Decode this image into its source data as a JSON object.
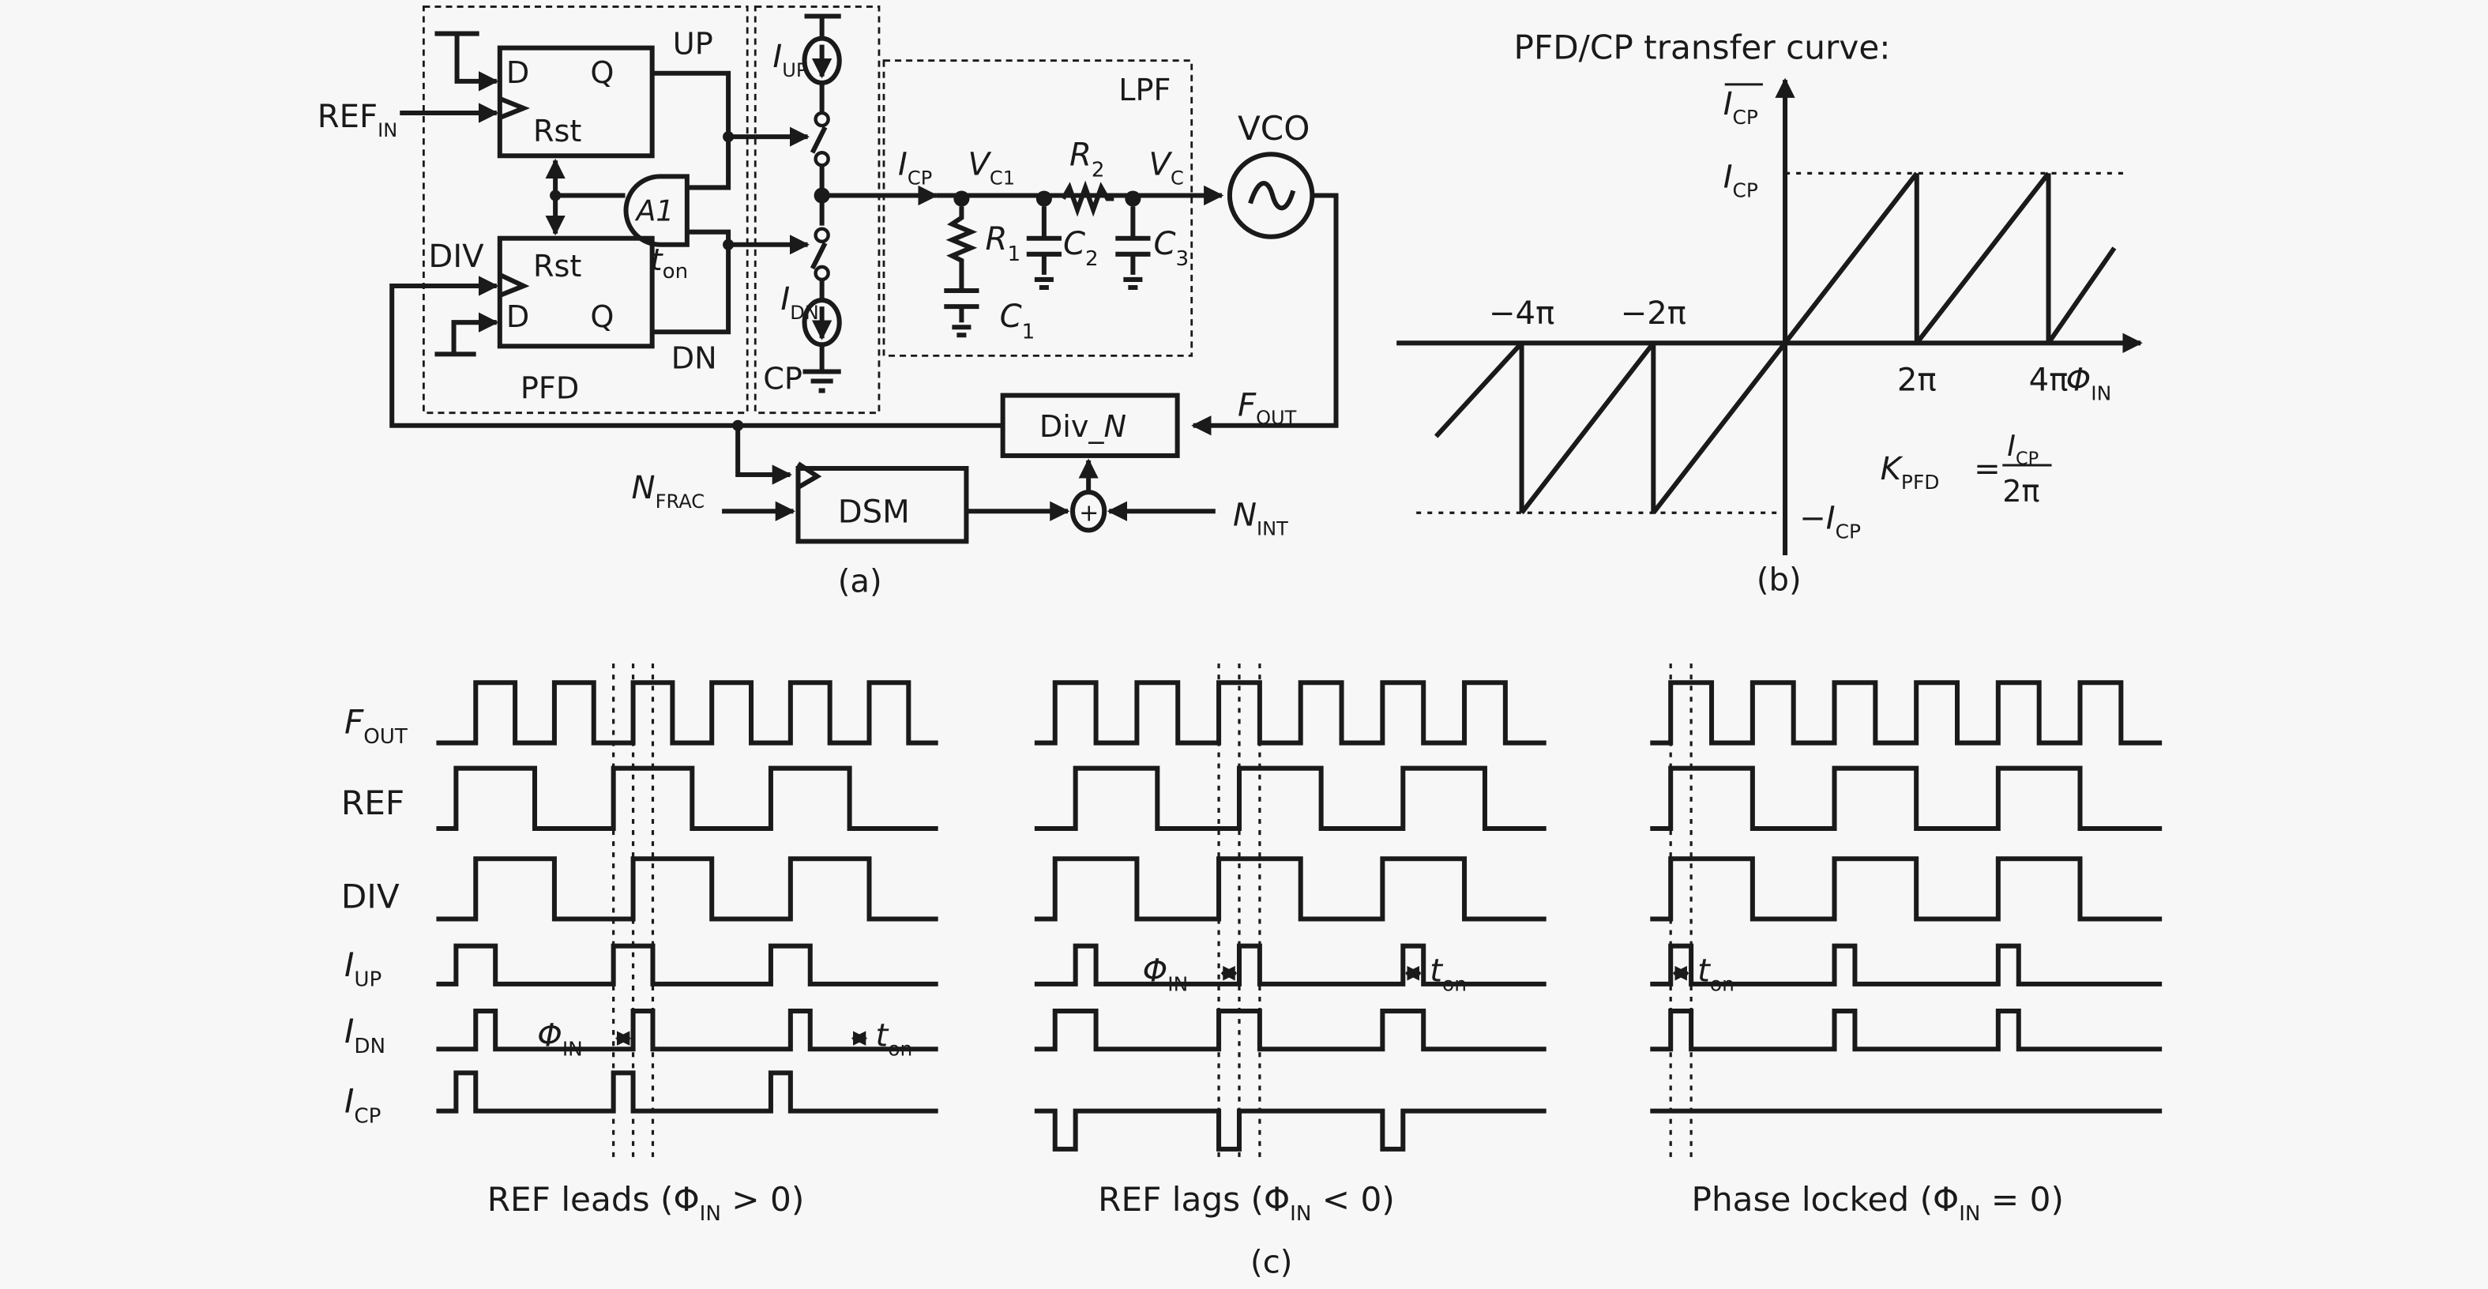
{
  "panel_a": {
    "caption": "(a)",
    "pfd_label": "PFD",
    "cp_label": "CP",
    "lpf_label": "LPF",
    "vco_label": "VCO",
    "ref_in": {
      "main": "REF",
      "sub": "IN"
    },
    "div_label": "DIV",
    "up_label": "UP",
    "dn_label": "DN",
    "ff_top": {
      "d": "D",
      "q": "Q",
      "rst": "Rst"
    },
    "ff_bottom": {
      "d": "D",
      "q": "Q",
      "rst": "Rst"
    },
    "and_gate": "A1",
    "t_on": {
      "main": "t",
      "sub": "on"
    },
    "i_up": {
      "main": "I",
      "sub": "UP"
    },
    "i_dn": {
      "main": "I",
      "sub": "DN"
    },
    "i_cp": {
      "main": "I",
      "sub": "CP"
    },
    "v_c1": {
      "main": "V",
      "sub": "C1"
    },
    "v_c": {
      "main": "V",
      "sub": "C"
    },
    "r1": {
      "main": "R",
      "sub": "1"
    },
    "r2": {
      "main": "R",
      "sub": "2"
    },
    "c1": {
      "main": "C",
      "sub": "1"
    },
    "c2": {
      "main": "C",
      "sub": "2"
    },
    "c3": {
      "main": "C",
      "sub": "3"
    },
    "f_out": {
      "main": "F",
      "sub": "OUT"
    },
    "div_n": {
      "main": "Div_",
      "n": "N"
    },
    "dsm": "DSM",
    "n_frac": {
      "main": "N",
      "sub": "FRAC"
    },
    "n_int": {
      "main": "N",
      "sub": "INT"
    },
    "adder_symbol": "+"
  },
  "chart_data": [
    {
      "type": "line",
      "title": "PFD/CP transfer curve:",
      "caption": "(b)",
      "xlabel": {
        "main": "Φ",
        "sub": "IN"
      },
      "ylabel": {
        "main": "I",
        "sub": "CP",
        "overline": true
      },
      "x_ticks": [
        {
          "value": -4,
          "label": "−4π"
        },
        {
          "value": -2,
          "label": "−2π"
        },
        {
          "value": 2,
          "label": "2π"
        },
        {
          "value": 4,
          "label": "4π"
        }
      ],
      "y_ticks": [
        {
          "value": 1,
          "label": "I",
          "sub": "CP"
        },
        {
          "value": -1,
          "label": "−I",
          "sub": "CP"
        }
      ],
      "x_unit": "π",
      "xlim": [
        -5.9,
        5.4
      ],
      "ylim": [
        -1.25,
        1.55
      ],
      "series": [
        {
          "name": "sawtooth",
          "points": [
            [
              -5.3,
              -0.55
            ],
            [
              -4,
              0
            ],
            [
              -4,
              -1
            ],
            [
              -2,
              0
            ],
            [
              -2,
              -1
            ],
            [
              0,
              0
            ],
            [
              2,
              1
            ],
            [
              2,
              0
            ],
            [
              4,
              1
            ],
            [
              4,
              0
            ],
            [
              5.0,
              0.56
            ]
          ]
        }
      ],
      "reference_lines": [
        {
          "y": 1,
          "style": "dashed"
        },
        {
          "y": -1,
          "style": "dashed"
        }
      ],
      "annotation": {
        "lhs": "K",
        "lhs_sub": "PFD",
        "eq": "=",
        "num": "I",
        "num_sub": "CP",
        "den": "2π"
      }
    },
    {
      "type": "timing",
      "caption": "(c)",
      "signal_labels": [
        {
          "main": "F",
          "sub": "OUT",
          "italic": true
        },
        {
          "main": "REF",
          "sub": "",
          "italic": false
        },
        {
          "main": "DIV",
          "sub": "",
          "italic": false
        },
        {
          "main": "I",
          "sub": "UP",
          "italic": true
        },
        {
          "main": "I",
          "sub": "DN",
          "italic": true
        },
        {
          "main": "I",
          "sub": "CP",
          "italic": true
        }
      ],
      "panels": [
        {
          "title": "REF leads (Φ",
          "title_sub": "IN",
          "title_tail": " > 0)",
          "t_end": 25.5,
          "markers": [
            9,
            10,
            11
          ],
          "phi_label": {
            "main": "Φ",
            "sub": "IN",
            "row": 4,
            "between": [
              9,
              10
            ]
          },
          "ton_label": {
            "main": "t",
            "sub": "on",
            "row": 4,
            "between": [
              21,
              22
            ]
          },
          "signals": {
            "FOUT": [
              [
                0,
                0
              ],
              [
                2,
                1
              ],
              [
                4,
                0
              ],
              [
                6,
                1
              ],
              [
                8,
                0
              ],
              [
                10,
                1
              ],
              [
                12,
                0
              ],
              [
                14,
                1
              ],
              [
                16,
                0
              ],
              [
                18,
                1
              ],
              [
                20,
                0
              ],
              [
                22,
                1
              ],
              [
                24,
                0
              ]
            ],
            "REF": [
              [
                0,
                0
              ],
              [
                1,
                1
              ],
              [
                5,
                0
              ],
              [
                9,
                1
              ],
              [
                13,
                0
              ],
              [
                17,
                1
              ],
              [
                21,
                0
              ]
            ],
            "DIV": [
              [
                0,
                0
              ],
              [
                2,
                1
              ],
              [
                6,
                0
              ],
              [
                10,
                1
              ],
              [
                14,
                0
              ],
              [
                18,
                1
              ],
              [
                22,
                0
              ]
            ],
            "IUP": [
              [
                0,
                0
              ],
              [
                1,
                1
              ],
              [
                3,
                0
              ],
              [
                9,
                1
              ],
              [
                11,
                0
              ],
              [
                17,
                1
              ],
              [
                19,
                0
              ]
            ],
            "IDN": [
              [
                0,
                0
              ],
              [
                2,
                1
              ],
              [
                3,
                0
              ],
              [
                10,
                1
              ],
              [
                11,
                0
              ],
              [
                18,
                1
              ],
              [
                19,
                0
              ]
            ],
            "ICP": [
              [
                0,
                0
              ],
              [
                1,
                1
              ],
              [
                2,
                0
              ],
              [
                9,
                1
              ],
              [
                10,
                0
              ],
              [
                17,
                1
              ],
              [
                18,
                0
              ]
            ]
          }
        },
        {
          "title": "REF lags (Φ",
          "title_sub": "IN",
          "title_tail": " < 0)",
          "t_end": 25,
          "markers": [
            9,
            10,
            11
          ],
          "phi_label": {
            "main": "Φ",
            "sub": "IN",
            "row": 3,
            "between": [
              9,
              10
            ]
          },
          "ton_label": {
            "main": "t",
            "sub": "on",
            "row": 3,
            "between": [
              18,
              19
            ]
          },
          "signals": {
            "FOUT": [
              [
                0,
                0
              ],
              [
                1,
                1
              ],
              [
                3,
                0
              ],
              [
                5,
                1
              ],
              [
                7,
                0
              ],
              [
                9,
                1
              ],
              [
                11,
                0
              ],
              [
                13,
                1
              ],
              [
                15,
                0
              ],
              [
                17,
                1
              ],
              [
                19,
                0
              ],
              [
                21,
                1
              ],
              [
                23,
                0
              ]
            ],
            "REF": [
              [
                0,
                0
              ],
              [
                2,
                1
              ],
              [
                6,
                0
              ],
              [
                10,
                1
              ],
              [
                14,
                0
              ],
              [
                18,
                1
              ],
              [
                22,
                0
              ]
            ],
            "DIV": [
              [
                0,
                0
              ],
              [
                1,
                1
              ],
              [
                5,
                0
              ],
              [
                9,
                1
              ],
              [
                13,
                0
              ],
              [
                17,
                1
              ],
              [
                21,
                0
              ]
            ],
            "IUP": [
              [
                0,
                0
              ],
              [
                2,
                1
              ],
              [
                3,
                0
              ],
              [
                10,
                1
              ],
              [
                11,
                0
              ],
              [
                18,
                1
              ],
              [
                19,
                0
              ]
            ],
            "IDN": [
              [
                0,
                0
              ],
              [
                1,
                1
              ],
              [
                3,
                0
              ],
              [
                9,
                1
              ],
              [
                11,
                0
              ],
              [
                17,
                1
              ],
              [
                19,
                0
              ]
            ],
            "ICP": [
              [
                0,
                0
              ],
              [
                1,
                -1
              ],
              [
                2,
                0
              ],
              [
                9,
                -1
              ],
              [
                10,
                0
              ],
              [
                17,
                -1
              ],
              [
                18,
                0
              ]
            ]
          }
        },
        {
          "title": "Phase locked (Φ",
          "title_sub": "IN",
          "title_tail": " = 0)",
          "t_end": 25,
          "markers": [
            1,
            2
          ],
          "phi_label": null,
          "ton_label": {
            "main": "t",
            "sub": "on",
            "row": 3,
            "between": [
              1,
              2
            ]
          },
          "signals": {
            "FOUT": [
              [
                0,
                0
              ],
              [
                1,
                1
              ],
              [
                3,
                0
              ],
              [
                5,
                1
              ],
              [
                7,
                0
              ],
              [
                9,
                1
              ],
              [
                11,
                0
              ],
              [
                13,
                1
              ],
              [
                15,
                0
              ],
              [
                17,
                1
              ],
              [
                19,
                0
              ],
              [
                21,
                1
              ],
              [
                23,
                0
              ]
            ],
            "REF": [
              [
                0,
                0
              ],
              [
                1,
                1
              ],
              [
                5,
                0
              ],
              [
                9,
                1
              ],
              [
                13,
                0
              ],
              [
                17,
                1
              ],
              [
                21,
                0
              ]
            ],
            "DIV": [
              [
                0,
                0
              ],
              [
                1,
                1
              ],
              [
                5,
                0
              ],
              [
                9,
                1
              ],
              [
                13,
                0
              ],
              [
                17,
                1
              ],
              [
                21,
                0
              ]
            ],
            "IUP": [
              [
                0,
                0
              ],
              [
                1,
                1
              ],
              [
                2,
                0
              ],
              [
                9,
                1
              ],
              [
                10,
                0
              ],
              [
                17,
                1
              ],
              [
                18,
                0
              ]
            ],
            "IDN": [
              [
                0,
                0
              ],
              [
                1,
                1
              ],
              [
                2,
                0
              ],
              [
                9,
                1
              ],
              [
                10,
                0
              ],
              [
                17,
                1
              ],
              [
                18,
                0
              ]
            ],
            "ICP": [
              [
                0,
                0
              ]
            ]
          }
        }
      ]
    }
  ]
}
